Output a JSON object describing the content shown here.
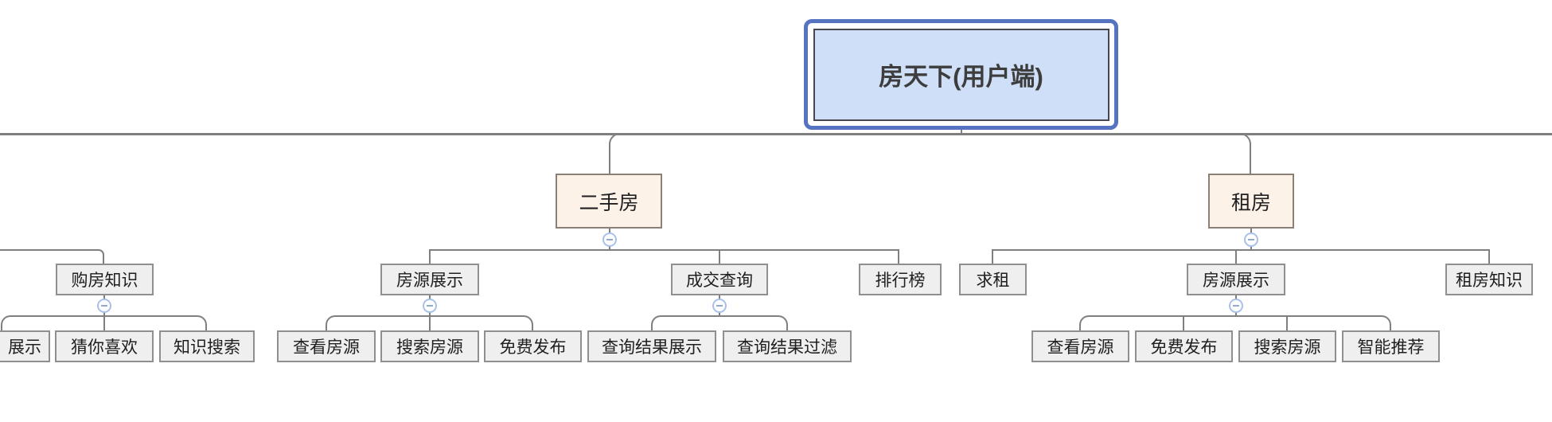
{
  "diagram_title": "房天下(用户端)",
  "nodes": {
    "root": {
      "label": "房天下(用户端)"
    },
    "second_hand": {
      "label": "二手房"
    },
    "rent": {
      "label": "租房"
    },
    "purchase_knowledge": {
      "label": "购房知识"
    },
    "listing_display_sh": {
      "label": "房源展示"
    },
    "deal_query": {
      "label": "成交查询"
    },
    "ranking": {
      "label": "排行榜"
    },
    "seek_rent": {
      "label": "求租"
    },
    "listing_display_rent": {
      "label": "房源展示"
    },
    "rent_knowledge": {
      "label": "租房知识"
    },
    "display_partial": {
      "label": "展示"
    },
    "guess_you_like": {
      "label": "猜你喜欢"
    },
    "knowledge_search": {
      "label": "知识搜索"
    },
    "view_listings_sh": {
      "label": "查看房源"
    },
    "search_listings_sh": {
      "label": "搜索房源"
    },
    "free_publish_sh": {
      "label": "免费发布"
    },
    "query_result_display": {
      "label": "查询结果展示"
    },
    "query_result_filter": {
      "label": "查询结果过滤"
    },
    "view_listings_rent": {
      "label": "查看房源"
    },
    "free_publish_rent": {
      "label": "免费发布"
    },
    "search_listings_rent": {
      "label": "搜索房源"
    },
    "smart_recommend": {
      "label": "智能推荐"
    }
  },
  "colors": {
    "root_fill": "#cfdff8",
    "root_selection_border": "#5673c2",
    "root_inner_border": "#474751",
    "branch_fill": "#fdf2e8",
    "branch_border": "#8a8076",
    "leaf_fill": "#efefef",
    "leaf_border": "#8f8f8f",
    "connector_line": "#7f7f7f",
    "collapse_ring": "#a9c1e8",
    "collapse_dash": "#94aacb"
  }
}
